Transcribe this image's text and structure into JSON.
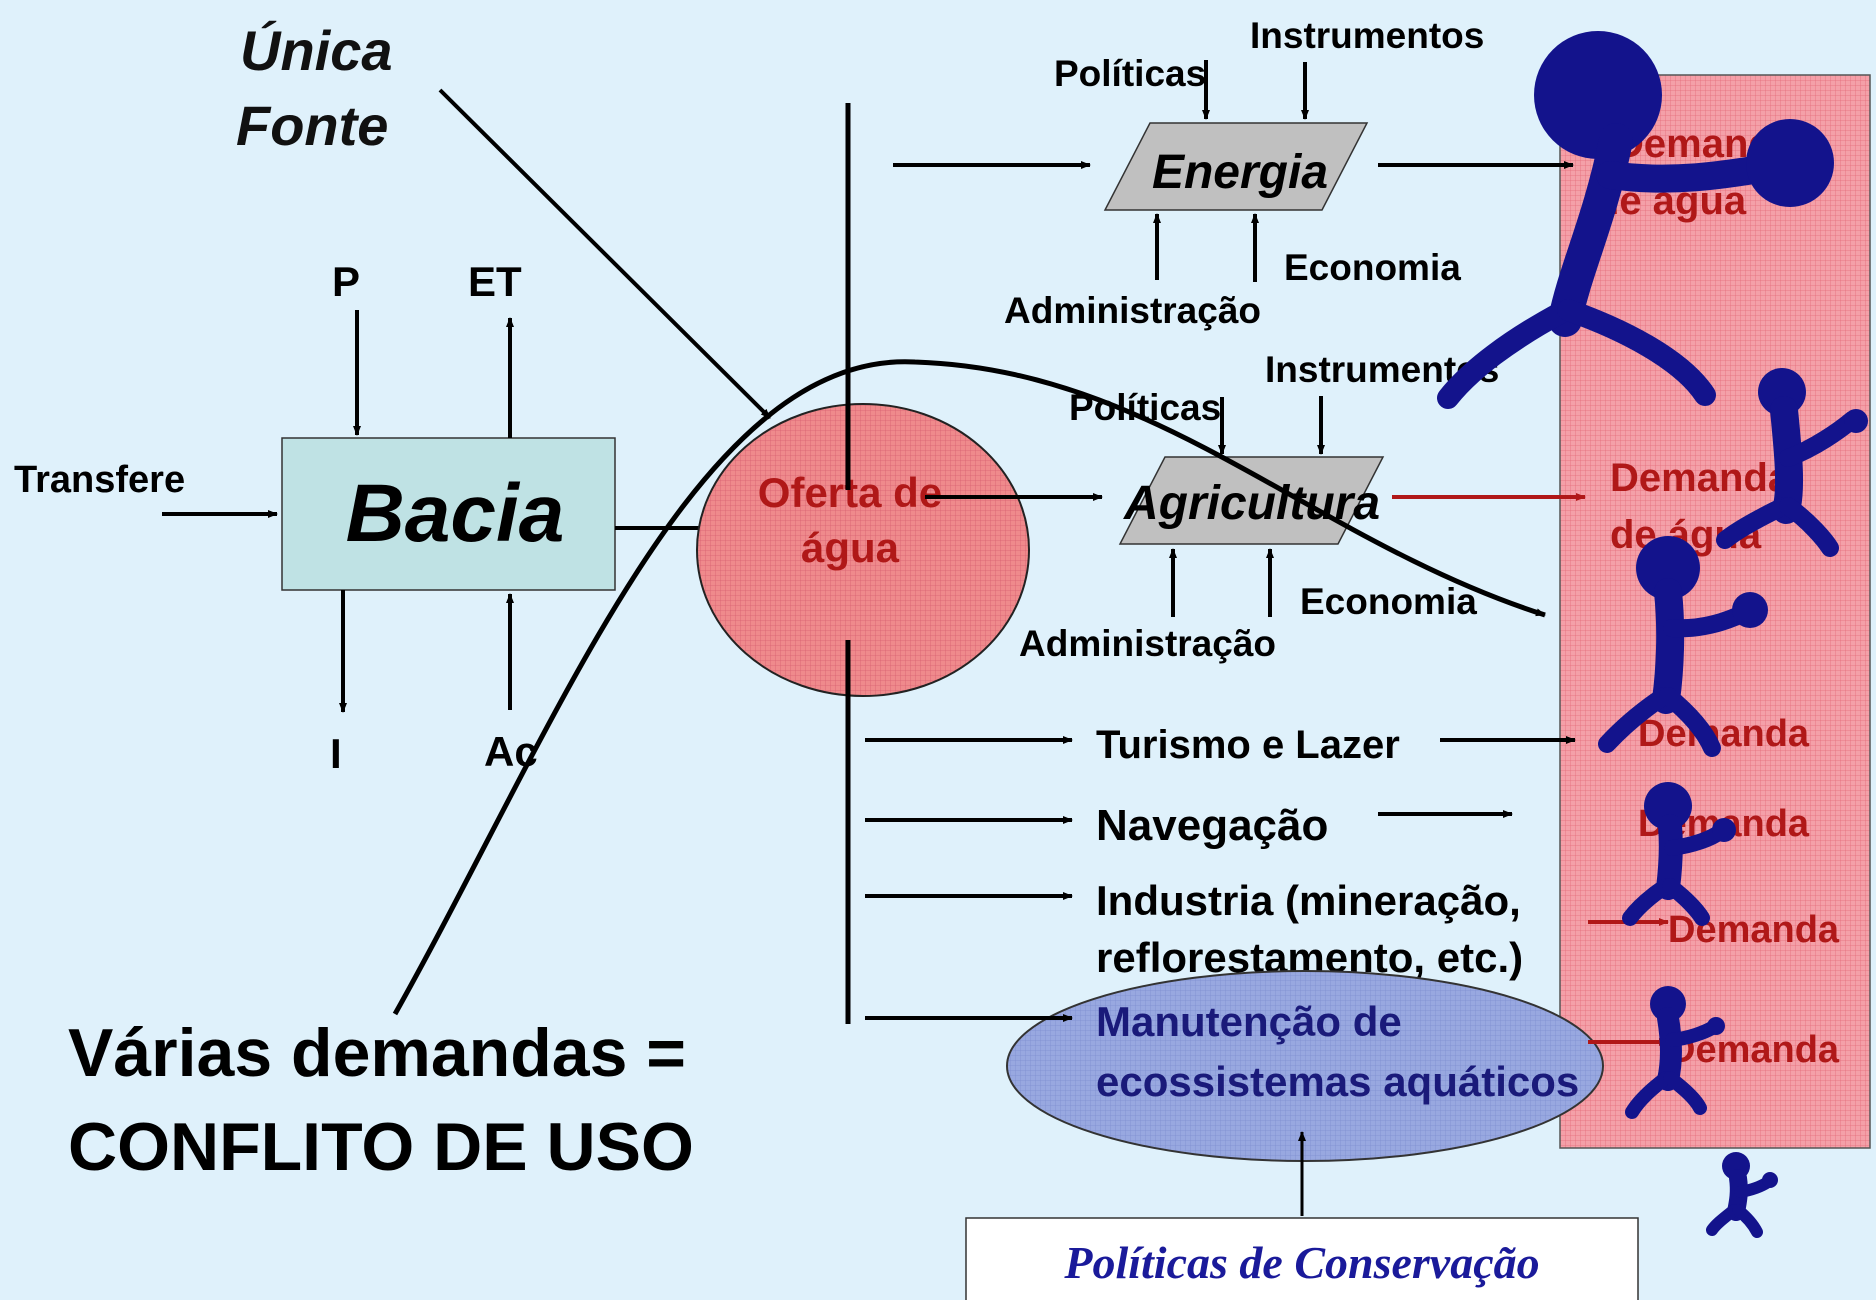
{
  "unica_fonte": [
    "Única",
    "Fonte"
  ],
  "conflict": [
    "Várias demandas =",
    "CONFLITO DE USO"
  ],
  "bacia": {
    "label": "Bacia",
    "inputs": {
      "p": "P",
      "et": "ET",
      "transfere": "Transfere",
      "i": "I",
      "ac": "Ac"
    }
  },
  "oferta": [
    "Oferta de",
    "água"
  ],
  "sectors": {
    "energia": {
      "label": "Energia",
      "politicas": "Políticas",
      "instrumentos": "Instrumentos",
      "administracao": "Administração",
      "economia": "Economia"
    },
    "agricultura": {
      "label": "Agricultura",
      "politicas": "Políticas",
      "instrumentos": "Instrumentos",
      "administracao": "Administração",
      "economia": "Economia"
    }
  },
  "uses": {
    "turismo": "Turismo e Lazer",
    "navegacao": "Navegação",
    "industria": [
      "Industria (mineração,",
      "reflorestamento, etc.)"
    ],
    "manutencao": [
      "Manutenção de",
      "ecossistemas aquáticos"
    ]
  },
  "demand": {
    "energia": [
      "Demanda",
      "de água"
    ],
    "agricultura": [
      "Demanda",
      "de água"
    ],
    "turismo": "Demanda",
    "navegacao": "Demanda",
    "industria": "Demanda",
    "manutencao": "Demanda"
  },
  "conservacao": "Políticas de Conservação",
  "colors": {
    "background": "#dff1fb",
    "bacia_fill": "#bfe2e4",
    "oferta_fill": "#ef8a8c",
    "demand_panel": "#f4a0a8",
    "demand_text": "#b01818",
    "sector_box": "#c0c0c0",
    "ecosystem_fill": "#98a8e0",
    "ecosystem_text": "#1a1a7a",
    "figure": "#13138c",
    "conservacao_text": "#1a1a9a"
  },
  "icons": [
    "person-figure-icon"
  ]
}
